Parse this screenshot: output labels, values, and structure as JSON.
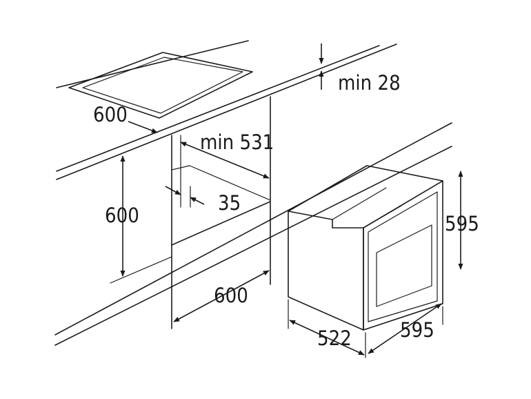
{
  "diagram": {
    "labels": {
      "cooktop_depth": "600",
      "min_gap": "min 28",
      "min_depth": "min 531",
      "offset": "35",
      "niche_height": "600",
      "niche_width": "600",
      "oven_height": "595",
      "oven_depth": "522",
      "oven_width": "595"
    },
    "stroke_color": "#1a1a1a",
    "background": "#ffffff"
  }
}
